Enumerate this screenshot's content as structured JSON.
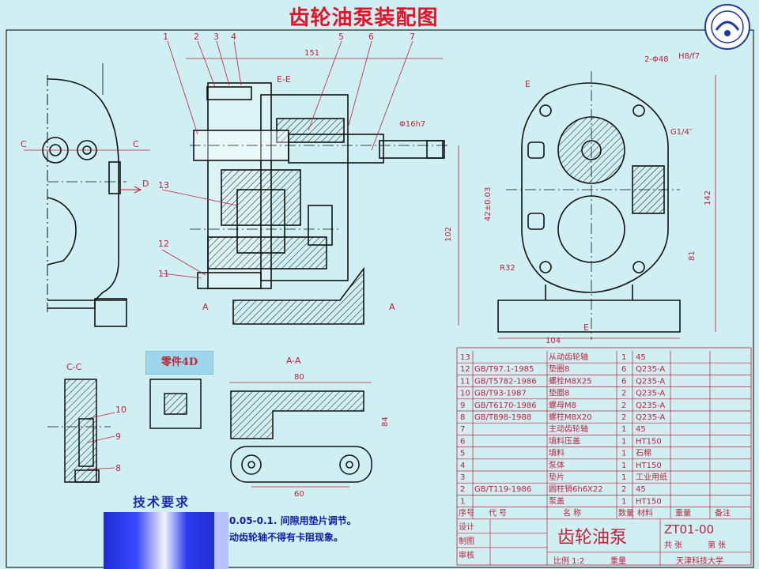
{
  "title": "齿轮油泵装配图",
  "colors": {
    "background": "#cfeff2",
    "line": "#1a1a1a",
    "annotation": "#c0203c",
    "title": "#e0142a",
    "highlight_blue": "#1f2bd6"
  },
  "logo": {
    "icon": "university-seal-icon"
  },
  "callouts": {
    "n1": "1",
    "n2": "2",
    "n3": "3",
    "n4": "4",
    "n5": "5",
    "n6": "6",
    "n7": "7",
    "n8": "8",
    "n9": "9",
    "n10": "10",
    "n11": "11",
    "n12": "12",
    "n13": "13"
  },
  "section_labels": {
    "ee": "E-E",
    "cc": "C-C",
    "aa": "A-A",
    "c_left": "C",
    "c_right": "C",
    "d": "D",
    "a_left": "A",
    "a_right": "A",
    "e_top": "E",
    "e_bottom": "E"
  },
  "dimensions": {
    "d151": "151",
    "phi16h7": "Φ16h7",
    "d102": "102",
    "d2phi48": "2-Φ48",
    "h8f7": "H8/f7",
    "g14": "G1/4″",
    "d42": "42±0.03",
    "d142": "142",
    "d81": "81",
    "r32": "R32",
    "d104": "104",
    "d80": "80",
    "d84": "84",
    "d60": "60"
  },
  "part_label": "零件4D",
  "parts_table": {
    "rows": [
      {
        "no": "13",
        "code": "",
        "name": "从动齿轮轴",
        "qty": "1",
        "material": "45"
      },
      {
        "no": "12",
        "code": "GB/T97.1-1985",
        "name": "垫圈8",
        "qty": "6",
        "material": "Q235-A"
      },
      {
        "no": "11",
        "code": "GB/T5782-1986",
        "name": "螺栓M8X25",
        "qty": "6",
        "material": "Q235-A"
      },
      {
        "no": "10",
        "code": "GB/T93-1987",
        "name": "垫圈8",
        "qty": "2",
        "material": "Q235-A"
      },
      {
        "no": "9",
        "code": "GB/T6170-1986",
        "name": "螺母M8",
        "qty": "2",
        "material": "Q235-A"
      },
      {
        "no": "8",
        "code": "GB/T898-1988",
        "name": "螺柱M8X20",
        "qty": "2",
        "material": "Q235-A"
      },
      {
        "no": "7",
        "code": "",
        "name": "主动齿轮轴",
        "qty": "1",
        "material": "45"
      },
      {
        "no": "6",
        "code": "",
        "name": "填料压盖",
        "qty": "1",
        "material": "HT150"
      },
      {
        "no": "5",
        "code": "",
        "name": "填料",
        "qty": "1",
        "material": "石棉"
      },
      {
        "no": "4",
        "code": "",
        "name": "泵体",
        "qty": "1",
        "material": "HT150"
      },
      {
        "no": "3",
        "code": "",
        "name": "垫片",
        "qty": "1",
        "material": "工业用纸"
      },
      {
        "no": "2",
        "code": "GB/T119-1986",
        "name": "圆柱销6h6X22",
        "qty": "2",
        "material": "45"
      },
      {
        "no": "1",
        "code": "",
        "name": "泵盖",
        "qty": "1",
        "material": "HT150"
      }
    ],
    "header": {
      "no": "序号",
      "code": "代  号",
      "name": "名    称",
      "qty": "数量",
      "material": "材料",
      "weight": "重量",
      "note": "备注"
    },
    "title_block": {
      "design": "设计",
      "drawn": "制图",
      "check": "审核",
      "product": "齿轮油泵",
      "drawing_no": "ZT01-00",
      "sheets": "共  张",
      "sheet": "第  张",
      "scale": "比例 1:2",
      "weight": "重量",
      "school": "天津科技大学"
    }
  },
  "tech_requirements": {
    "heading": "技术要求",
    "line1": "0.05-0.1. 间隙用垫片调节。",
    "line2": "动齿轮轴不得有卡阻现象。"
  }
}
